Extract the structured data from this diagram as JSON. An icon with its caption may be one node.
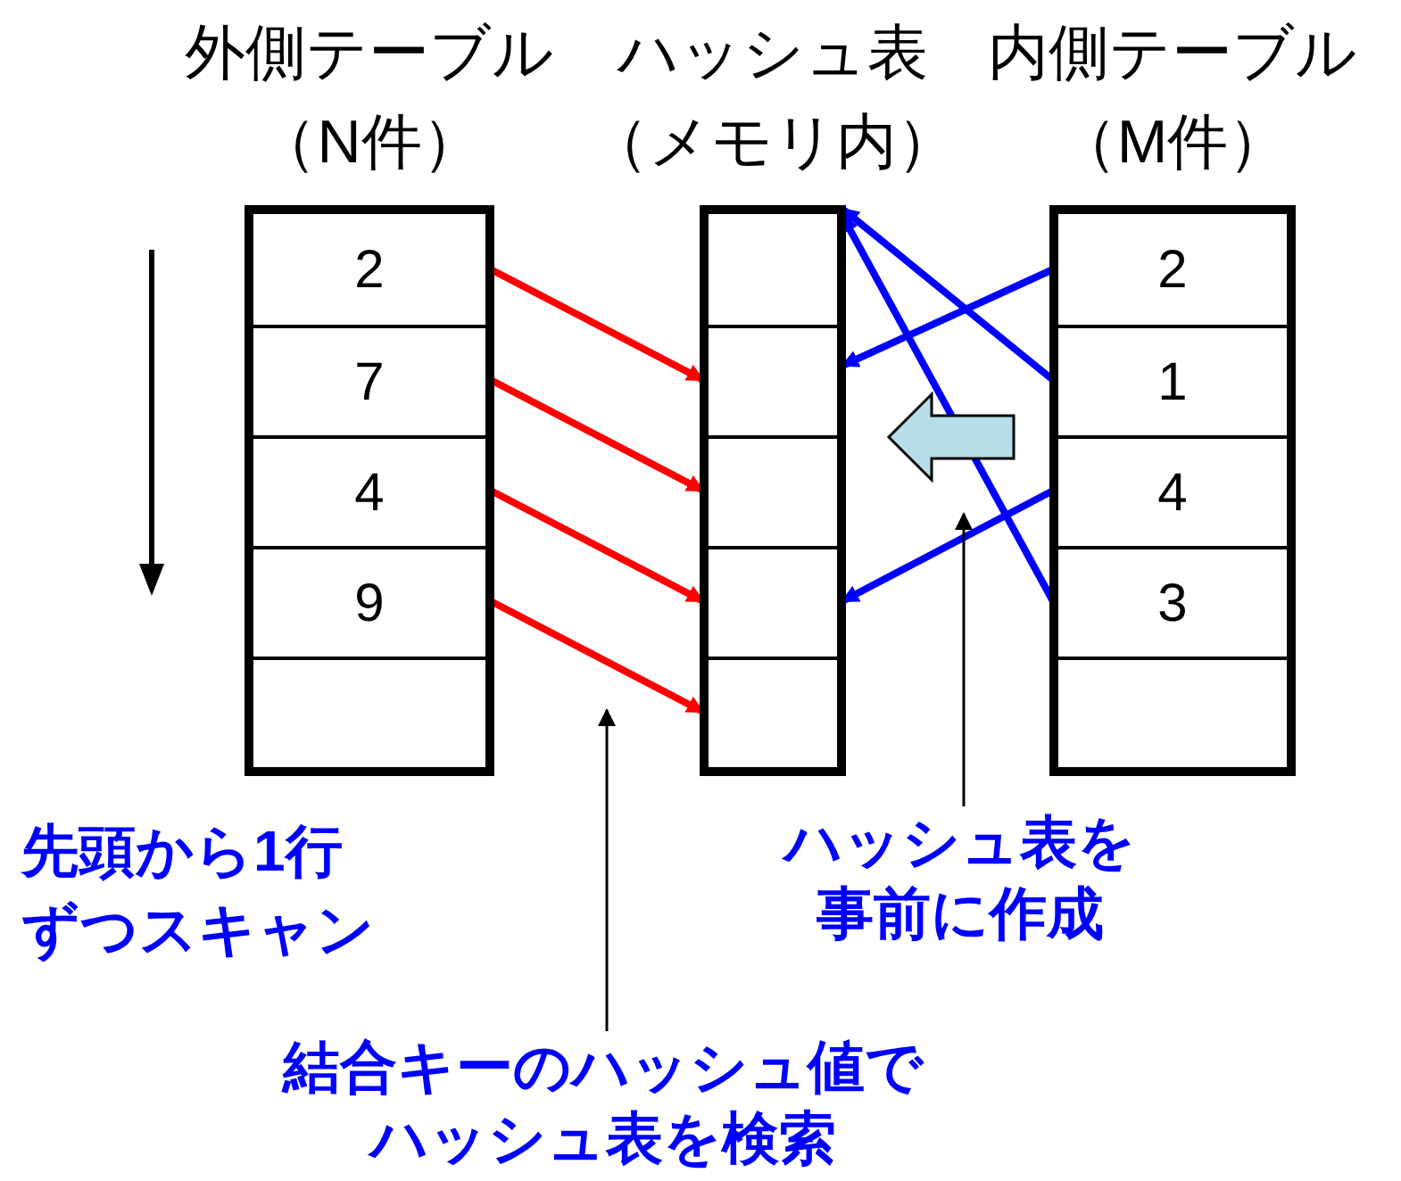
{
  "diagram": {
    "nodes": [
      {
        "text": [
          "外側テーブル",
          "（N件）"
        ]
      },
      {
        "text": [
          "2"
        ],
        "in": 0
      },
      {
        "text": [
          "7"
        ],
        "in": 0
      },
      {
        "text": [
          "4"
        ],
        "in": 0
      },
      {
        "text": [
          "9"
        ],
        "in": 0
      },
      {
        "text": [],
        "shape": "box",
        "in": 0
      },
      {
        "text": [
          "ハッシュ表",
          "（メモリ内）"
        ]
      },
      {
        "text": [],
        "shape": "box",
        "in": 6
      },
      {
        "text": [],
        "shape": "box",
        "in": 6
      },
      {
        "text": [],
        "shape": "box",
        "in": 6
      },
      {
        "text": [],
        "shape": "box",
        "in": 6
      },
      {
        "text": [],
        "shape": "box",
        "in": 6
      },
      {
        "text": [
          "内側テーブル",
          "（M件）"
        ]
      },
      {
        "text": [
          "2"
        ],
        "in": 12
      },
      {
        "text": [
          "1"
        ],
        "in": 12
      },
      {
        "text": [
          "4"
        ],
        "in": 12
      },
      {
        "text": [
          "3"
        ],
        "in": 12
      },
      {
        "text": [],
        "shape": "box",
        "in": 12
      },
      {
        "text": [
          "ハッシュ表を事前に作成"
        ]
      },
      {
        "text": [
          "結合キーのハッシュ値でハッシュ表を検索"
        ]
      }
    ],
    "edges": [
      {
        "from": 1,
        "to": 8,
        "arrow": "to",
        "color": "#ff0000"
      },
      {
        "from": 2,
        "to": 9,
        "arrow": "to",
        "color": "#ff0000"
      },
      {
        "from": 3,
        "to": 10,
        "arrow": "to",
        "color": "#ff0000"
      },
      {
        "from": 4,
        "to": 11,
        "arrow": "to",
        "color": "#ff0000"
      },
      {
        "from": 13,
        "to": 8,
        "arrow": "to",
        "color": "#0000ff"
      },
      {
        "from": 14,
        "to": 7,
        "arrow": "to",
        "color": "#0000ff"
      },
      {
        "from": 15,
        "to": 10,
        "arrow": "to",
        "color": "#0000ff"
      },
      {
        "from": 16,
        "to": 7,
        "arrow": "to",
        "color": "#0000ff"
      },
      {
        "from": 12,
        "to": 6,
        "arrow": "to",
        "style": "thick",
        "color": "#b7dee8"
      },
      {
        "from": 18,
        "to": null,
        "arrow": "to",
        "color": "#000000"
      },
      {
        "from": 19,
        "to": null,
        "arrow": "to",
        "color": "#000000"
      }
    ],
    "labels": [
      "先頭から1行ずつスキャン"
    ]
  }
}
